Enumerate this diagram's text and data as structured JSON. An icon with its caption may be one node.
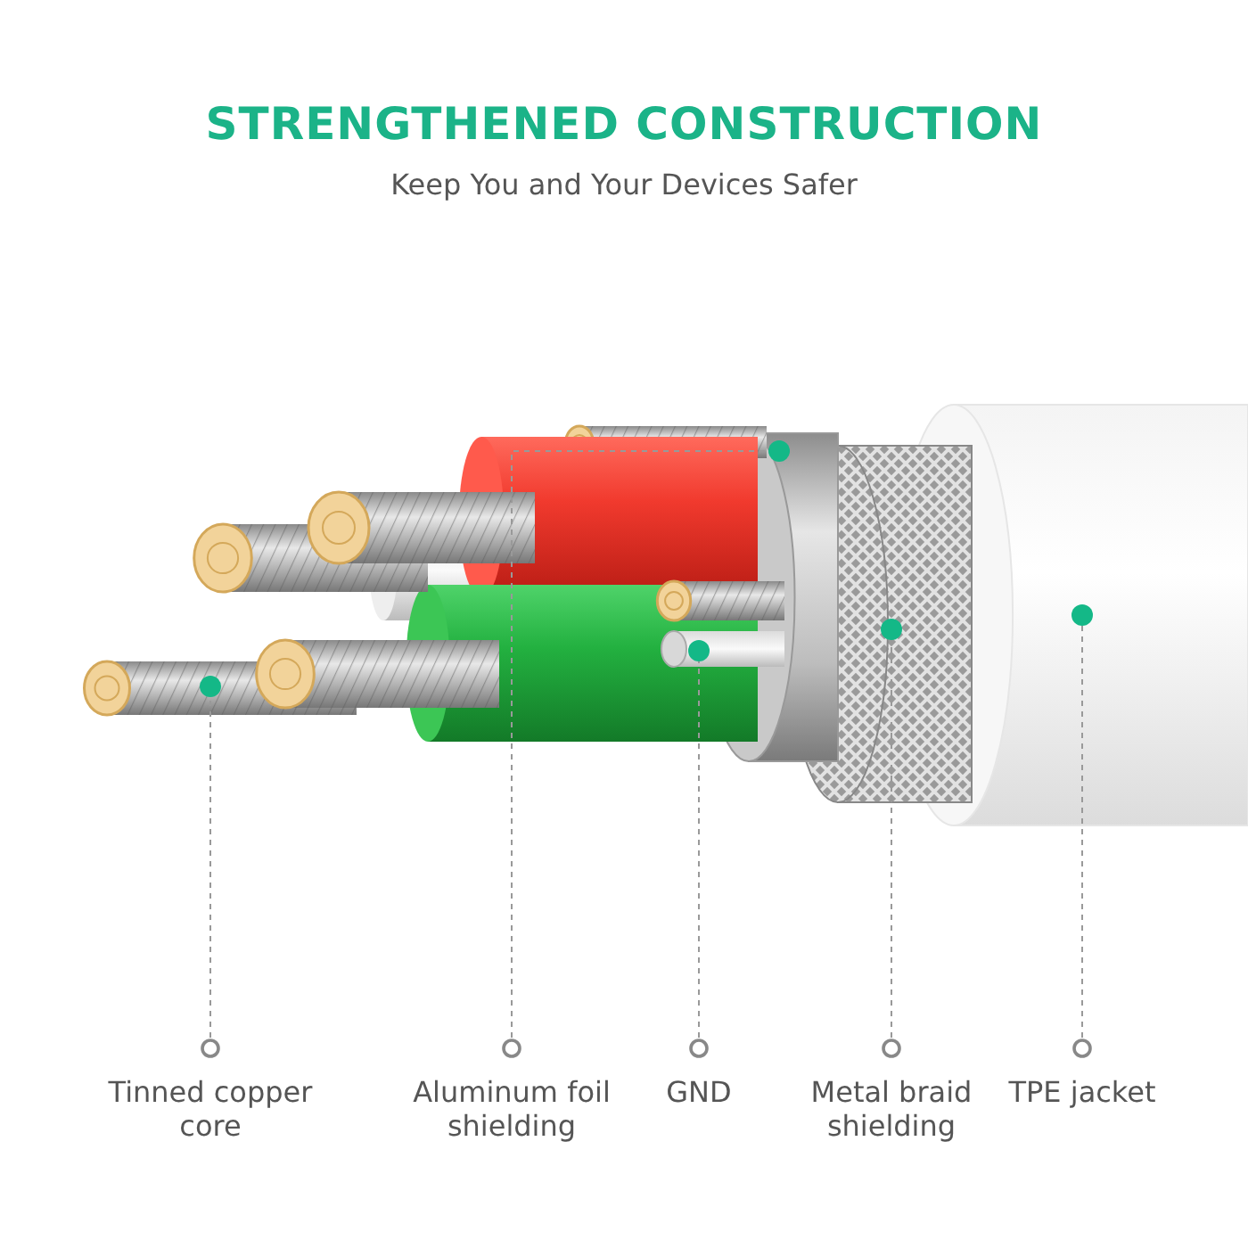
{
  "diagram": {
    "title": "STRENGTHENED CONSTRUCTION",
    "nodes": [
      {
        "text": [
          "Tinned copper core"
        ]
      },
      {
        "text": [
          "Aluminum foil shielding"
        ]
      },
      {
        "text": [
          "GND"
        ]
      },
      {
        "text": [
          "Metal braid shielding"
        ]
      },
      {
        "text": [
          "TPE jacket"
        ]
      }
    ],
    "edges": [
      {
        "from": 0,
        "to": null,
        "arrow": "other",
        "style": "dashed"
      },
      {
        "from": 1,
        "to": null,
        "arrow": "other",
        "style": "dashed"
      },
      {
        "from": 2,
        "to": null,
        "arrow": "other",
        "style": "dashed"
      },
      {
        "from": 3,
        "to": null,
        "arrow": "other",
        "style": "dashed"
      },
      {
        "from": 4,
        "to": null,
        "arrow": "other",
        "style": "dashed"
      }
    ],
    "labels": [
      "Keep You and Your Devices Safer"
    ]
  }
}
